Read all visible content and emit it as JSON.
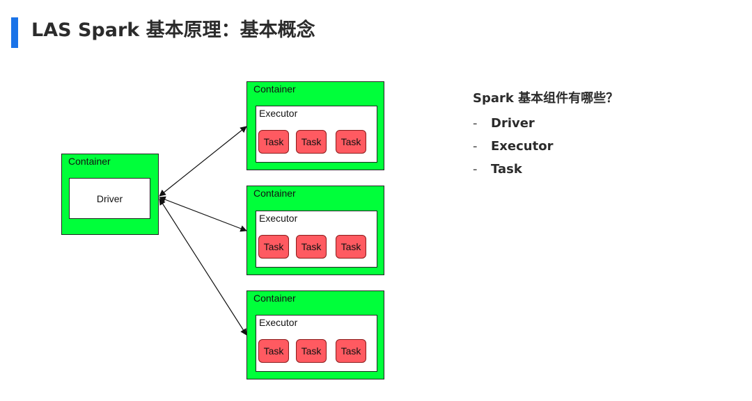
{
  "header": {
    "title": "LAS Spark 基本原理：基本概念",
    "accent_color": "#1a73e8"
  },
  "diagram": {
    "colors": {
      "container": "#00ff3a",
      "task": "#ff5a61",
      "inner": "#ffffff"
    },
    "driver_container": {
      "label": "Container",
      "driver_label": "Driver"
    },
    "executor_containers": [
      {
        "label": "Container",
        "executor_label": "Executor",
        "tasks": [
          "Task",
          "Task",
          "Task"
        ]
      },
      {
        "label": "Container",
        "executor_label": "Executor",
        "tasks": [
          "Task",
          "Task",
          "Task"
        ]
      },
      {
        "label": "Container",
        "executor_label": "Executor",
        "tasks": [
          "Task",
          "Task",
          "Task"
        ]
      }
    ]
  },
  "side_panel": {
    "question": "Spark 基本组件有哪些？",
    "items": [
      {
        "dash": "-",
        "label": "Driver"
      },
      {
        "dash": "-",
        "label": "Executor"
      },
      {
        "dash": "-",
        "label": "Task"
      }
    ]
  }
}
